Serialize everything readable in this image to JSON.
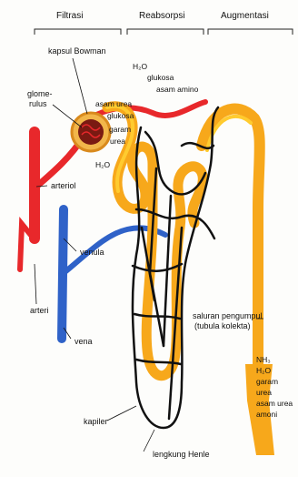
{
  "sections": {
    "filtration": "Filtrasi",
    "reabsorption": "Reabsorpsi",
    "augmentation": "Augmentasi"
  },
  "labels": {
    "bowman_capsule": "kapsul Bowman",
    "glomerulus_line1": "glome-",
    "glomerulus_line2": "rulus",
    "arteriole": "arteriol",
    "venule": "venula",
    "artery": "arteri",
    "vein": "vena",
    "capillary": "kapiler",
    "loop_of_henle": "lengkung Henle",
    "collecting_duct_line1": "saluran pengumpul",
    "collecting_duct_line2": "(tubula kolekta)"
  },
  "filtrate_in_capsule": [
    "asam urea",
    "glukosa",
    "garam",
    "urea",
    "H₂O"
  ],
  "reabsorbed": [
    "H₂O",
    "glukosa",
    "asam amino"
  ],
  "urine_contents": [
    "NH₃",
    "H₂O",
    "garam",
    "urea",
    "asam urea",
    "amoni"
  ],
  "colors": {
    "artery": "#e8282b",
    "vein": "#2f62c8",
    "tubule": "#f7a81b",
    "tubule_highlight": "#ffcb2f",
    "capillary": "#111111",
    "capsule": "#d98a1d",
    "glomerulus": "#7a1a12"
  }
}
